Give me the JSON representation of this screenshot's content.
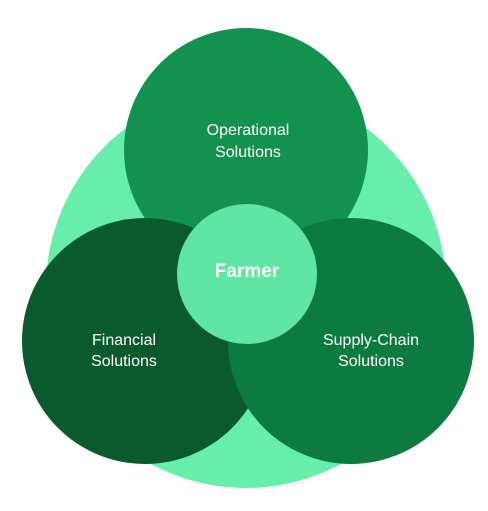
{
  "diagram": {
    "background_circle": {
      "color": "#66eeaa"
    },
    "top": {
      "line1": "Operational",
      "line2": "Solutions",
      "color": "#13924f"
    },
    "left": {
      "line1": "Financial",
      "line2": "Solutions",
      "color": "#0a5a2d"
    },
    "right": {
      "line1": "Supply-Chain",
      "line2": "Solutions",
      "color": "#0d7a3f"
    },
    "center": {
      "label": "Farmer",
      "color": "#5fe6a4"
    }
  }
}
